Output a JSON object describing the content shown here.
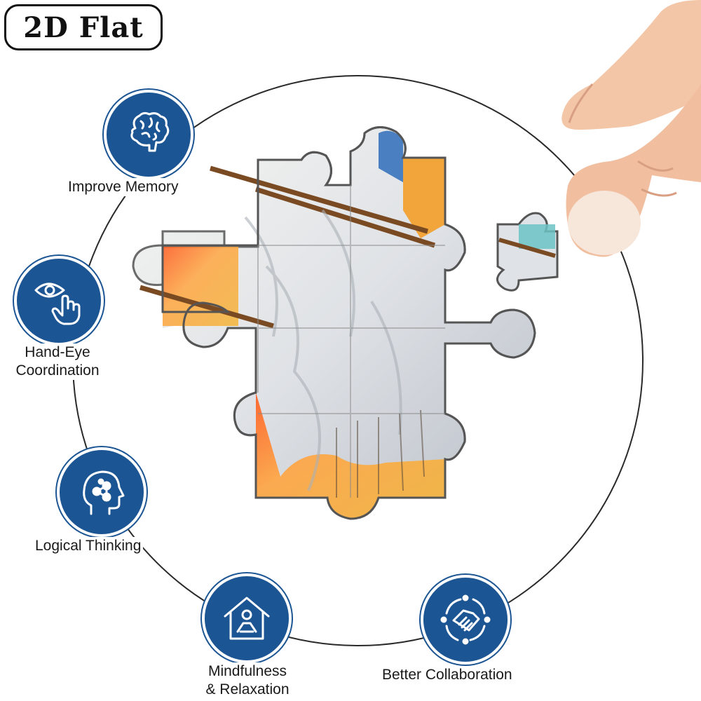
{
  "badge": {
    "label": "2D Flat"
  },
  "features": {
    "memory": {
      "label": "Improve Memory",
      "icon": "brain-icon"
    },
    "hand_eye": {
      "line1": "Hand-Eye",
      "line2": "Coordination",
      "icon": "eye-hand-icon"
    },
    "logic": {
      "label": "Logical Thinking",
      "icon": "head-molecule-icon"
    },
    "mindfulness": {
      "line1": "Mindfulness",
      "line2": "& Relaxation",
      "icon": "house-person-icon"
    },
    "collaboration": {
      "label": "Better Collaboration",
      "icon": "handshake-icon"
    }
  },
  "colors": {
    "accent": "#1c5593",
    "ring": "#2a2a2a"
  }
}
